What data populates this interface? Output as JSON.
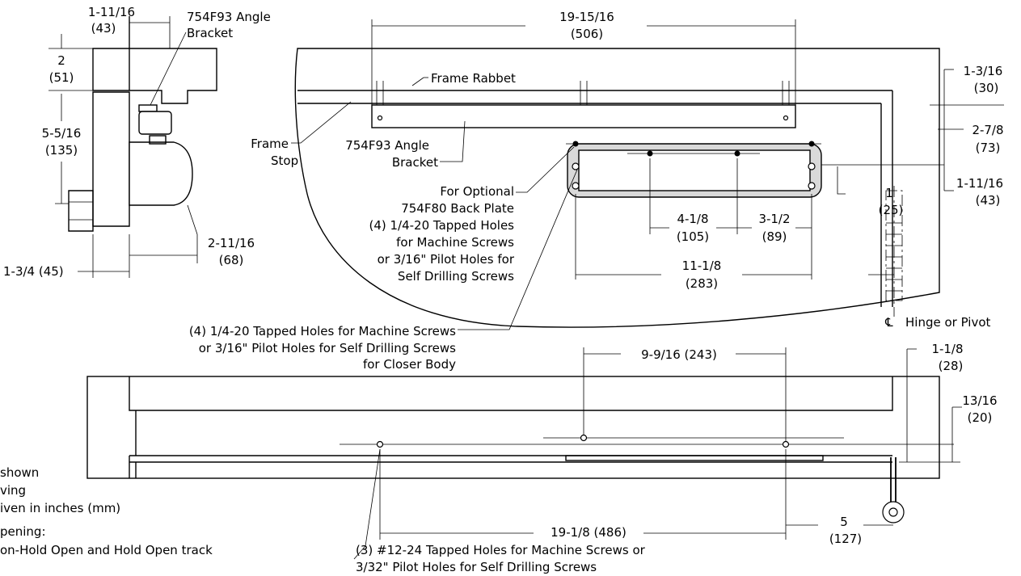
{
  "side_view": {
    "dim_top_in": "1-11/16",
    "dim_top_mm": "(43)",
    "bracket_label_1": "754F93 Angle",
    "bracket_label_2": "Bracket",
    "dim_2_in": "2",
    "dim_2_mm": "(51)",
    "dim_5516_in": "5-5/16",
    "dim_5516_mm": "(135)",
    "dim_21116_in": "2-11/16",
    "dim_21116_mm": "(68)",
    "dim_134": "1-3/4 (45)"
  },
  "top_view": {
    "dim_width_in": "19-15/16",
    "dim_width_mm": "(506)",
    "frame_rabbet": "Frame Rabbet",
    "frame_stop_1": "Frame",
    "frame_stop_2": "Stop",
    "bracket_label_1": "754F93 Angle",
    "bracket_label_2": "Bracket",
    "backplate_1": "For Optional",
    "backplate_2": "754F80 Back Plate",
    "backplate_3": "(4) 1/4-20 Tapped Holes",
    "backplate_4": "for Machine Screws",
    "backplate_5": "or 3/16\" Pilot Holes for",
    "backplate_6": "Self Drilling Screws",
    "dim_1316_in": "1-3/16",
    "dim_1316_mm": "(30)",
    "dim_278_in": "2-7/8",
    "dim_278_mm": "(73)",
    "dim_11116_in": "1-11/16",
    "dim_11116_mm": "(43)",
    "dim_1_in": "1",
    "dim_1_mm": "(25)",
    "dim_418_in": "4-1/8",
    "dim_418_mm": "(105)",
    "dim_312_in": "3-1/2",
    "dim_312_mm": "(89)",
    "dim_1118_in": "11-1/8",
    "dim_1118_mm": "(283)",
    "hinge": "Hinge or Pivot",
    "centerline_symbol": "℄"
  },
  "closer_note": {
    "line1": "(4) 1/4-20 Tapped Holes for Machine Screws",
    "line2": "or 3/16\" Pilot Holes for Self Drilling Screws",
    "line3": "for Closer Body"
  },
  "front_view": {
    "dim_9916": "9-9/16 (243)",
    "dim_118_in": "1-1/8",
    "dim_118_mm": "(28)",
    "dim_1316_in": "13/16",
    "dim_1316_mm": "(20)",
    "dim_1918": "19-1/8 (486)",
    "dim_5_in": "5",
    "dim_5_mm": "(127)",
    "track_note_1": "(3) #12-24 Tapped Holes  for Machine Screws or",
    "track_note_2": "3/32\" Pilot Holes for Self Drilling Screws"
  },
  "notes": {
    "line1": "shown",
    "line2": "ving",
    "line3": "iven in inches (mm)",
    "line4": "pening:",
    "line5": "on-Hold Open and Hold Open track"
  }
}
